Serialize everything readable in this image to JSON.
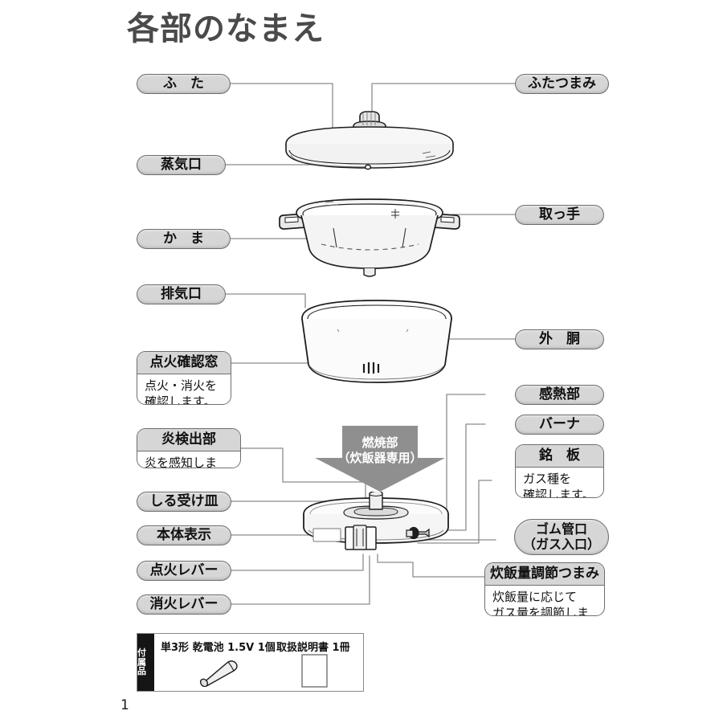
{
  "page": {
    "title": "各部のなまえ",
    "page_number": "1"
  },
  "callouts": {
    "lid": "ふ　た",
    "lid_knob": "ふたつまみ",
    "steam_vent": "蒸気口",
    "pot": "か　ま",
    "handle": "取っ手",
    "exhaust_vent": "排気口",
    "outer_body": "外　胴",
    "heat_sensor": "感熱部",
    "burner": "バーナ",
    "drip_tray": "しる受け皿",
    "body_display": "本体表示",
    "ignition_lever": "点火レバー",
    "extinguish_lever": "消火レバー",
    "gas_inlet": "ゴム管口\n（ガス入口）"
  },
  "boxes": {
    "ignition_window": {
      "head": "点火確認窓",
      "body": "点火・消火を\n確認します。"
    },
    "flame_detector": {
      "head": "炎検出部",
      "body": "炎を感知します。"
    },
    "nameplate": {
      "head": "銘　板",
      "body": "ガス種を\n確認します。"
    },
    "rice_volume_knob": {
      "head": "炊飯量調節つまみ",
      "body": "炊飯量に応じて\nガス量を調節します。"
    }
  },
  "arrow": {
    "label": "燃焼部\n（炊飯器専用）"
  },
  "accessories": {
    "tab_label": "付属品",
    "items": [
      {
        "caption": "単3形 乾電池 1.5V 1個",
        "icon": "battery-icon"
      },
      {
        "caption": "取扱説明書 1冊",
        "icon": "manual-booklet-icon"
      }
    ]
  },
  "colors": {
    "pill_fill": "#d6d6d6",
    "pill_border": "#6e6e6e",
    "title_text": "#4a4a4a",
    "leader_line": "#8c8c8c",
    "arrow_fill": "#8f8f8f",
    "accessory_tab": "#151515"
  }
}
